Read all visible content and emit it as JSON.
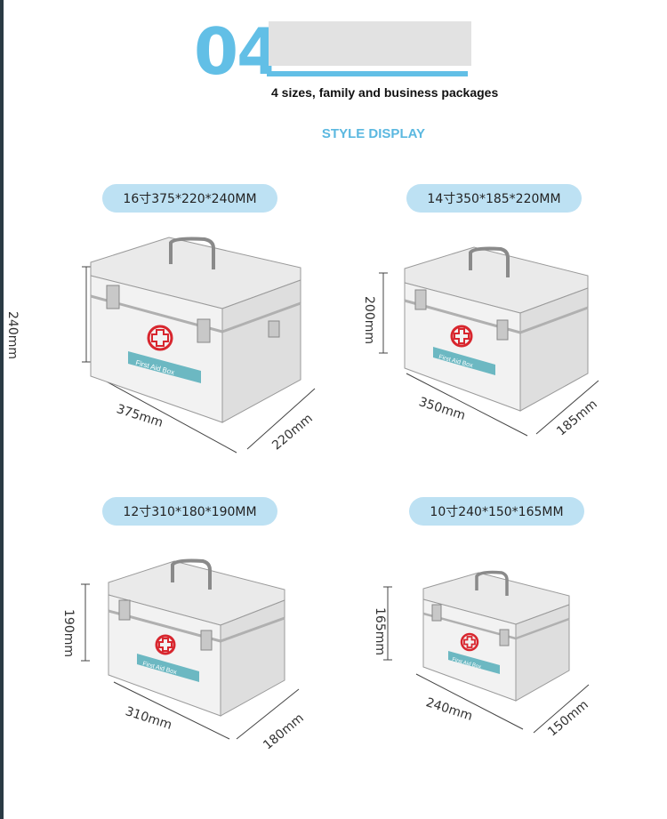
{
  "header": {
    "number": "04",
    "subtitle": "4 sizes, family and business packages",
    "section_label": "STYLE DISPLAY"
  },
  "products": [
    {
      "size_label": "16寸375*220*240MM",
      "height_label": "240mm",
      "length_label": "375mm",
      "depth_label": "220mm",
      "box_label": "First Aid Box"
    },
    {
      "size_label": "14寸350*185*220MM",
      "height_label": "200mm",
      "length_label": "350mm",
      "depth_label": "185mm",
      "box_label": "First Aid Box"
    },
    {
      "size_label": "12寸310*180*190MM",
      "height_label": "190mm",
      "length_label": "310mm",
      "depth_label": "180mm",
      "box_label": "First Aid Box"
    },
    {
      "size_label": "10寸240*150*165MM",
      "height_label": "165mm",
      "length_label": "240mm",
      "depth_label": "150mm",
      "box_label": "First Aid Box"
    }
  ],
  "colors": {
    "accent": "#62bfe6",
    "pill": "#bde1f3",
    "cross": "#d8262e",
    "label_band": "#6cb8c2"
  }
}
